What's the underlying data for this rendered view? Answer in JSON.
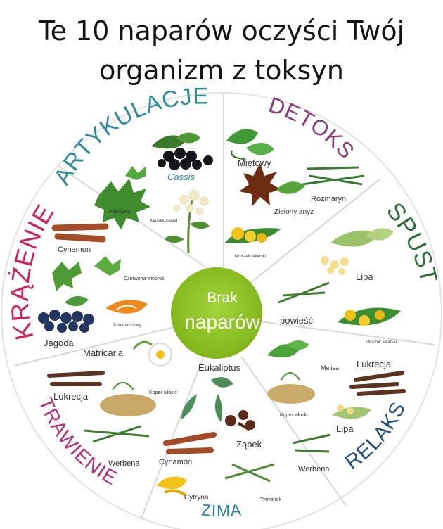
{
  "title": {
    "line1": "Te 10 naparów oczyści Twój",
    "line2": "organizm z toksyn"
  },
  "colors": {
    "center": "#8cc21e",
    "divider": "#d8d8d8",
    "artykulacje": "#2e8a99",
    "detoks": "#8a3d74",
    "spust": "#2e6b3c",
    "relaks": "#244f7a",
    "zima": "#2d7fa1",
    "trawienie": "#b02f78",
    "krazenie": "#c9245e"
  },
  "center": {
    "line1": "Brak",
    "line2": "naparów"
  },
  "categories": [
    {
      "id": "artykulacje",
      "label": "ARTYKULACJE",
      "items": [
        "Cassis",
        "Pokrzywa",
        "Meadowsweet"
      ]
    },
    {
      "id": "detoks",
      "label": "DETOKS",
      "items": [
        "Miętowy",
        "Rozmaryn",
        "Zielony anyż",
        "Mniszek lekarski"
      ]
    },
    {
      "id": "spust",
      "label": "SPUST",
      "items": [
        "Lipa",
        "powieść",
        "Mniszek lekarski"
      ]
    },
    {
      "id": "relaks",
      "label": "RELAKS",
      "items": [
        "Melisa",
        "Lukrecja",
        "Koper włoski",
        "Lipa",
        "Werbena"
      ]
    },
    {
      "id": "zima",
      "label": "ZIMA",
      "items": [
        "Eukaliptus",
        "Ząbek",
        "Cynamon",
        "Cytryna",
        "Tymianek"
      ]
    },
    {
      "id": "trawienie",
      "label": "TRAWIENIE",
      "items": [
        "Matricaria",
        "Lukrecja",
        "Koper włoski",
        "Werbena"
      ]
    },
    {
      "id": "krazenie",
      "label": "KRĄŻENIE",
      "items": [
        "Cynamon",
        "Czerwona winorośl",
        "Pomarańczowy",
        "Jagoda"
      ]
    }
  ]
}
